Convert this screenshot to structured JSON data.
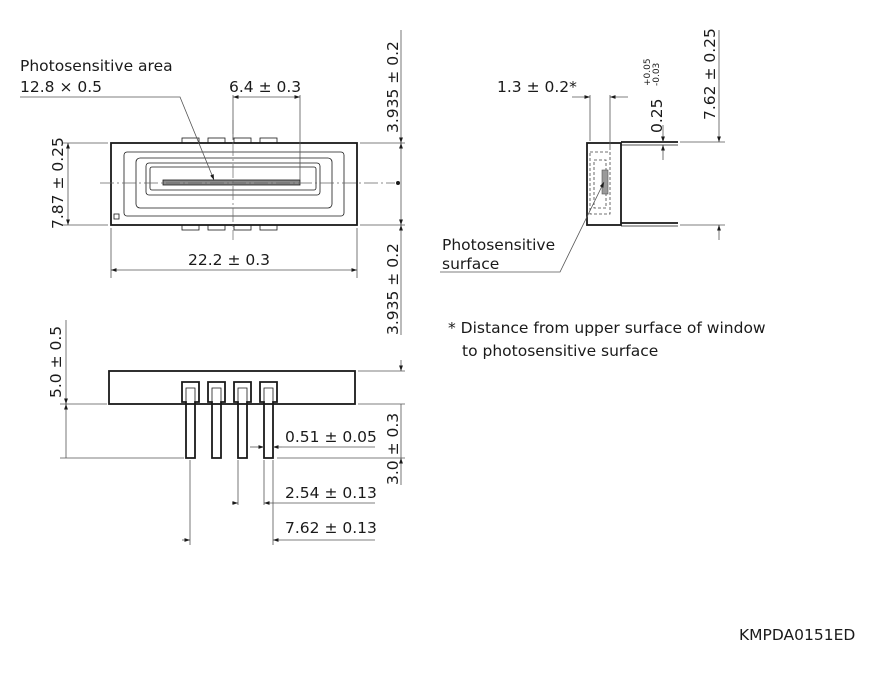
{
  "top_view": {
    "area_label": "Photosensitive area",
    "area_value": "12.8 × 0.5",
    "pitch_top": "6.4 ± 0.3",
    "height_left": "7.87 ± 0.25",
    "width_bottom": "22.2 ± 0.3",
    "offset_top": "3.935 ± 0.2",
    "offset_bottom": "3.935 ± 0.2"
  },
  "side_view": {
    "window_depth": "1.3 ± 0.2*",
    "lead_thickness_base": "0.25",
    "lead_tol_plus": "+0.05",
    "lead_tol_minus": "-0.03",
    "lead_span": "7.62 ± 0.25",
    "surface_label_1": "Photosensitive",
    "surface_label_2": "surface"
  },
  "front_view": {
    "body_height": "5.0 ± 0.5",
    "lead_width": "0.51 ± 0.05",
    "lead_length": "3.0 ± 0.3",
    "lead_pitch": "2.54 ± 0.13",
    "lead_span": "7.62 ± 0.13"
  },
  "footnote": {
    "line1": "* Distance from upper surface of window",
    "line2": "to photosensitive surface"
  },
  "drawing_code": "KMPDA0151ED"
}
